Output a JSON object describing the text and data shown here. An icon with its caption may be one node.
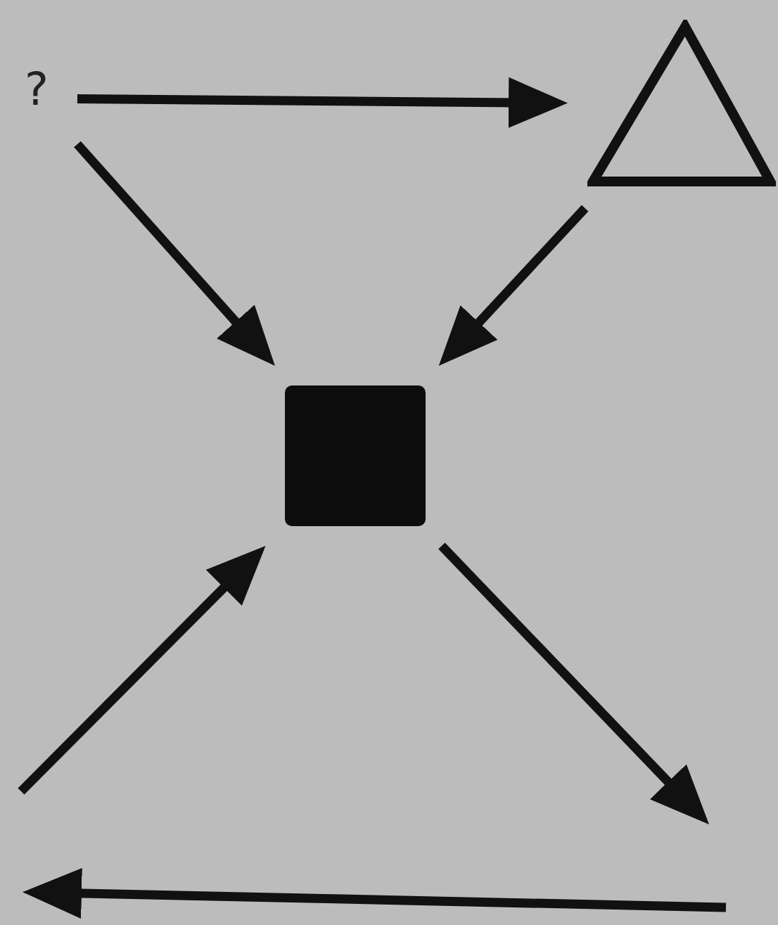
{
  "diagram": {
    "nodes": [
      {
        "text": [
          "?"
        ]
      },
      {
        "text": [],
        "shape": "triangle"
      },
      {
        "text": [],
        "shape": "box"
      }
    ],
    "edges": [
      {
        "from": 0,
        "to": 1,
        "arrow": "to"
      },
      {
        "from": 0,
        "to": 2,
        "arrow": "to"
      },
      {
        "from": 1,
        "to": 2,
        "arrow": "to"
      },
      {
        "from": null,
        "to": 2,
        "arrow": "to"
      },
      {
        "from": 2,
        "to": null,
        "arrow": "to"
      }
    ]
  }
}
